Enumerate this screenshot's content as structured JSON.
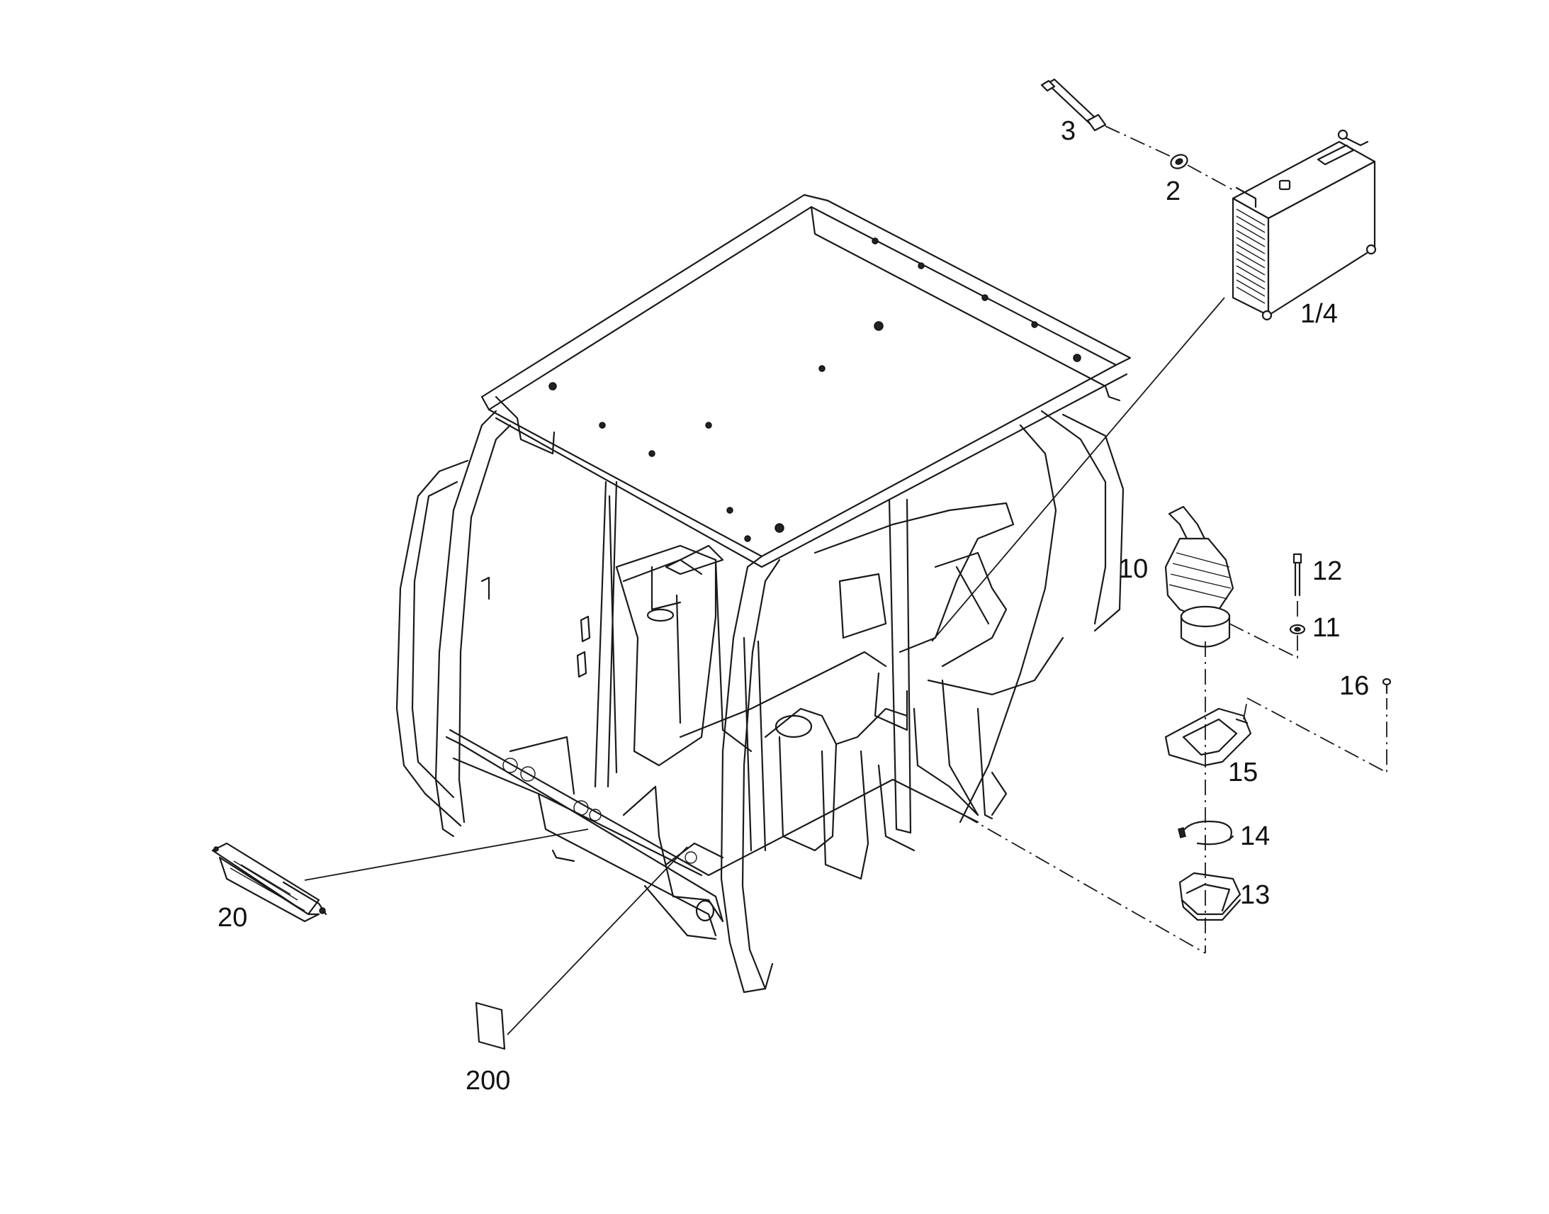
{
  "callouts": {
    "c3": "3",
    "c2": "2",
    "c1_4": "1/4",
    "c10": "10",
    "c12": "12",
    "c11": "11",
    "c16": "16",
    "c15": "15",
    "c14": "14",
    "c13": "13",
    "c20": "20",
    "c200": "200"
  }
}
